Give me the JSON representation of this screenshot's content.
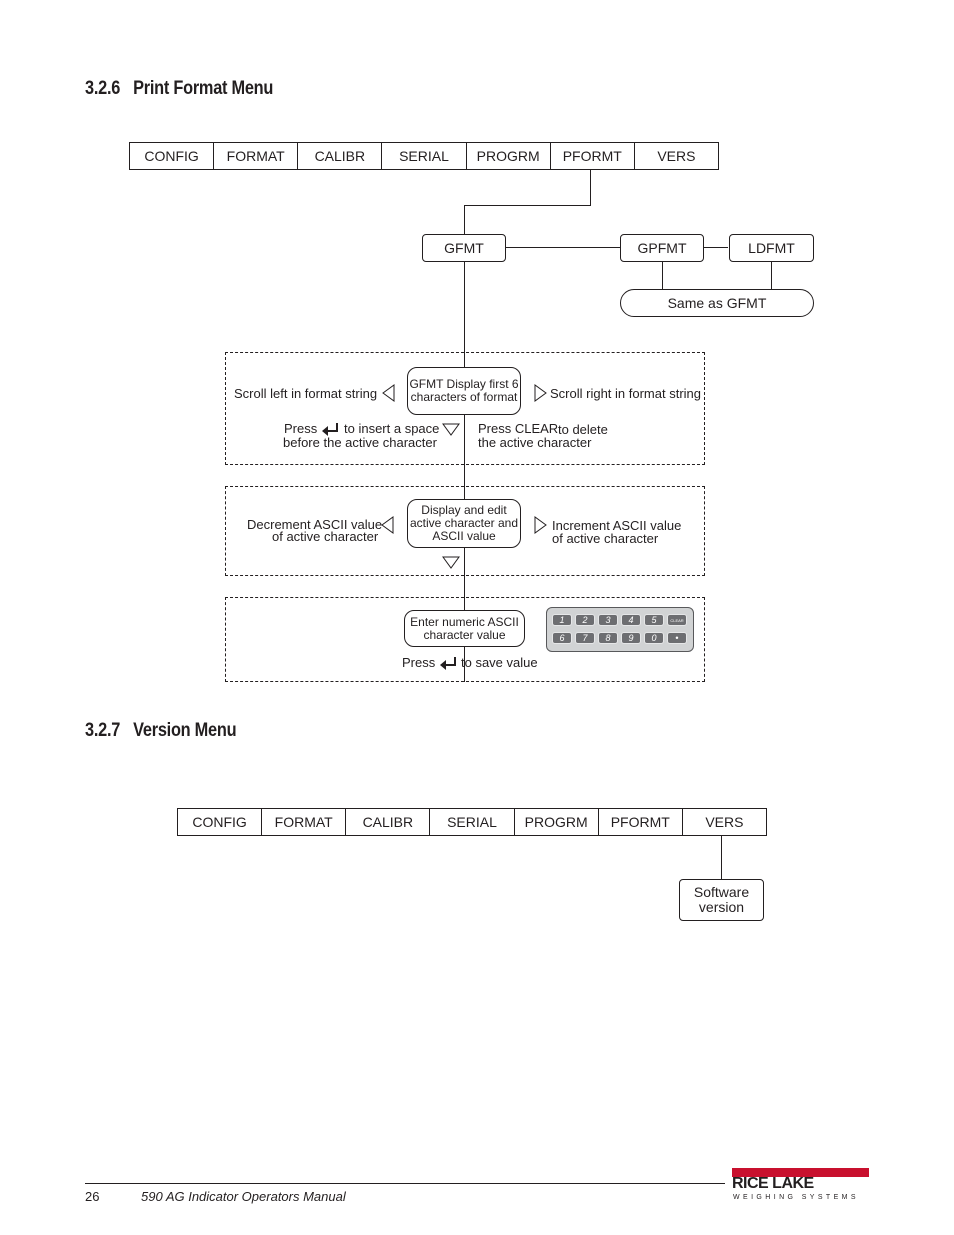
{
  "section_print_format": {
    "number": "3.2.6",
    "title": "Print Format Menu"
  },
  "menu_items": [
    "CONFIG",
    "FORMAT",
    "CALIBR",
    "SERIAL",
    "PROGRM",
    "PFORMT",
    "VERS"
  ],
  "print_format": {
    "gfmt": "GFMT",
    "gpfmt": "GPFMT",
    "ldfmt": "LDFMT",
    "same_as": "Same as GFMT",
    "display_node_line1": "GFMT Display first 6",
    "display_node_line2": "characters of format",
    "scroll_left": "Scroll left in format string",
    "scroll_right": "Scroll right in format string",
    "press": "Press",
    "insert_space_line1": "to insert a space",
    "insert_space_line2": "before the active character",
    "press_clear": "Press CLEAR",
    "to_delete": "to delete",
    "delete_line2": "the active character",
    "edit_node_line1": "Display and edit",
    "edit_node_line2": "active character and",
    "edit_node_line3": "ASCII value",
    "decrement_line1": "Decrement ASCII value",
    "decrement_line2": "of active character",
    "increment_line1": "Increment ASCII value",
    "increment_line2": "of active character",
    "enter_node_line1": "Enter numeric ASCII",
    "enter_node_line2": "character value",
    "press_save": "Press",
    "save_value": "to save value",
    "keypad_row1": [
      "1",
      "2",
      "3",
      "4",
      "5",
      "CLEAR"
    ],
    "keypad_row2": [
      "6",
      "7",
      "8",
      "9",
      "0",
      "•"
    ]
  },
  "section_version": {
    "number": "3.2.7",
    "title": "Version Menu"
  },
  "version": {
    "software_line1": "Software",
    "software_line2": "version"
  },
  "footer": {
    "page_number": "26",
    "manual_title": "590 AG Indicator Operators Manual"
  },
  "logo": {
    "main": "RICE LAKE",
    "sub": "WEIGHING SYSTEMS",
    "brand_color": "#c8102e"
  }
}
